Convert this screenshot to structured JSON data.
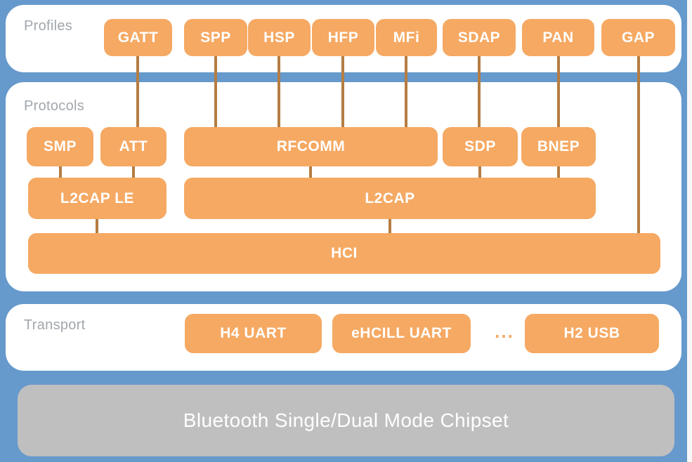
{
  "colors": {
    "background_blue": "#6699cc",
    "panel_white": "#ffffff",
    "box_orange": "#f5a963",
    "connector_brown": "#b57d42",
    "chipset_gray": "#bfbfbf",
    "section_label_gray": "#a2a7ac",
    "box_text_white": "#ffffff",
    "page_edge_white": "#f7f7f7"
  },
  "profiles": {
    "label": "Profiles",
    "boxes": [
      "GATT",
      "SPP",
      "HSP",
      "HFP",
      "MFi",
      "SDAP",
      "PAN",
      "GAP"
    ]
  },
  "protocols": {
    "label": "Protocols",
    "row1": [
      "SMP",
      "ATT",
      "RFCOMM",
      "SDP",
      "BNEP"
    ],
    "row2": [
      "L2CAP LE",
      "L2CAP"
    ],
    "row3": [
      "HCI"
    ]
  },
  "transport": {
    "label": "Transport",
    "boxes": [
      "H4 UART",
      "eHCILL UART",
      "H2 USB"
    ],
    "ellipsis": "..."
  },
  "chipset": {
    "label": "Bluetooth Single/Dual Mode Chipset"
  }
}
